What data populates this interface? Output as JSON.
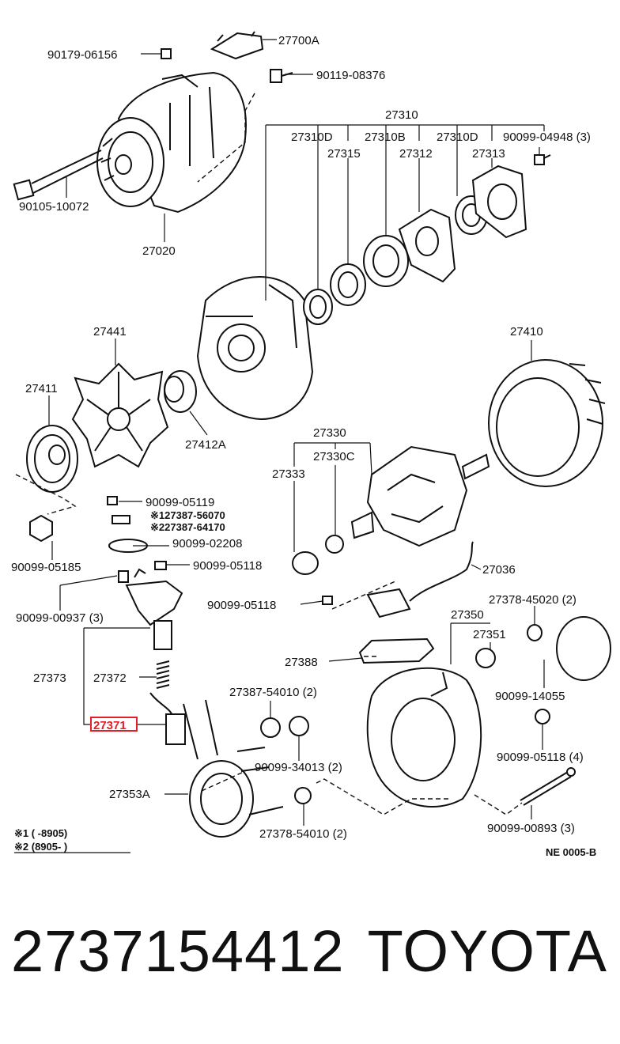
{
  "labels": {
    "p27700A": "27700A",
    "p90179": "90179-06156",
    "p90119": "90119-08376",
    "p27310": "27310",
    "p27310D_a": "27310D",
    "p27310B": "27310B",
    "p27310D_b": "27310D",
    "p90099_04948": "90099-04948 (3)",
    "p27315": "27315",
    "p27312": "27312",
    "p27313": "27313",
    "p90105": "90105-10072",
    "p27020": "27020",
    "p27441": "27441",
    "p27410": "27410",
    "p27411": "27411",
    "p27412A": "27412A",
    "p27330": "27330",
    "p27330C": "27330C",
    "p27333": "27333",
    "p90099_05119": "90099-05119",
    "p127387": "※127387-56070",
    "p227387": "※227387-64170",
    "p90099_02208": "90099-02208",
    "p90099_05185": "90099-05185",
    "p90099_05118_a": "90099-05118",
    "p27036": "27036",
    "p90099_00937": "90099-00937 (3)",
    "p90099_05118_b": "90099-05118",
    "p27378_45020": "27378-45020 (2)",
    "p27350": "27350",
    "p27351": "27351",
    "p27388": "27388",
    "p27373": "27373",
    "p27372": "27372",
    "p90099_14055": "90099-14055",
    "p27387_54010": "27387-54010 (2)",
    "p27371": "27371",
    "p90099_34013": "90099-34013 (2)",
    "p90099_05118_c": "90099-05118 (4)",
    "p27353A": "27353A",
    "p27378_54010": "27378-54010 (2)",
    "p90099_00893": "90099-00893 (3)"
  },
  "footnotes": {
    "note1": "※1 (      -8905)",
    "note2": "※2 (8905-        )"
  },
  "diagram_code": "NE 0005-B",
  "highlight_color": "#e0202a",
  "footer": {
    "part_number": "2737154412",
    "brand": "TOYOTA"
  }
}
